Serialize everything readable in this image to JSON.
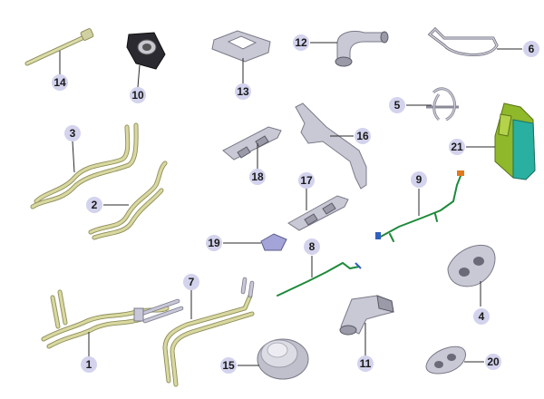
{
  "diagram": {
    "callouts": [
      "1",
      "2",
      "3",
      "4",
      "5",
      "6",
      "7",
      "8",
      "9",
      "10",
      "11",
      "12",
      "13",
      "14",
      "15",
      "16",
      "17",
      "18",
      "19",
      "20",
      "21"
    ]
  },
  "colors": {
    "callout_fill": "#d3d3ee",
    "pipe": "#d8d8a0",
    "wire": "#1d8a3a",
    "bracket": "#8fb82a",
    "bracket_teal": "#2ab0a0"
  }
}
